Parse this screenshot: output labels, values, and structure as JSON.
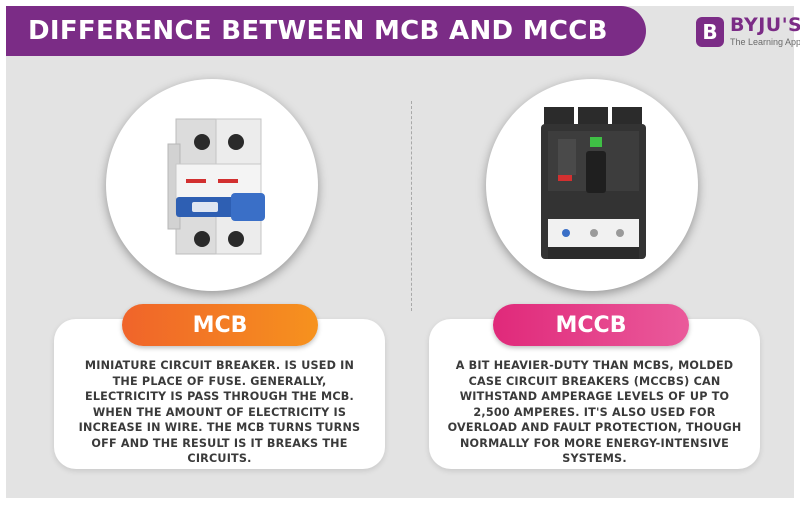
{
  "header": {
    "title": "DIFFERENCE BETWEEN MCB AND MCCB"
  },
  "brand": {
    "mark": "B",
    "name": "BYJU'S",
    "tagline": "The Learning App"
  },
  "left": {
    "label": "MCB",
    "description": "MINIATURE CIRCUIT BREAKER. IS USED IN THE PLACE OF FUSE. GENERALLY, ELECTRICITY IS PASS THROUGH THE MCB. WHEN THE AMOUNT OF ELECTRICITY IS INCREASE IN WIRE. THE MCB TURNS TURNS OFF AND THE RESULT IS IT BREAKS THE CIRCUITS.",
    "image_icon": "mcb-breaker-icon"
  },
  "right": {
    "label": "MCCB",
    "description": "A BIT HEAVIER-DUTY THAN MCBS, MOLDED CASE CIRCUIT BREAKERS (MCCBS) CAN WITHSTAND AMPERAGE LEVELS OF UP TO 2,500 AMPERES. IT'S ALSO USED FOR OVERLOAD AND FAULT PROTECTION, THOUGH NORMALLY FOR MORE ENERGY-INTENSIVE SYSTEMS.",
    "image_icon": "mccb-breaker-icon"
  },
  "colors": {
    "brand_purple": "#7b2c86",
    "mcb_orange": "#f0642a",
    "mccb_pink": "#e0297a",
    "panel_gray": "#e3e3e3"
  }
}
